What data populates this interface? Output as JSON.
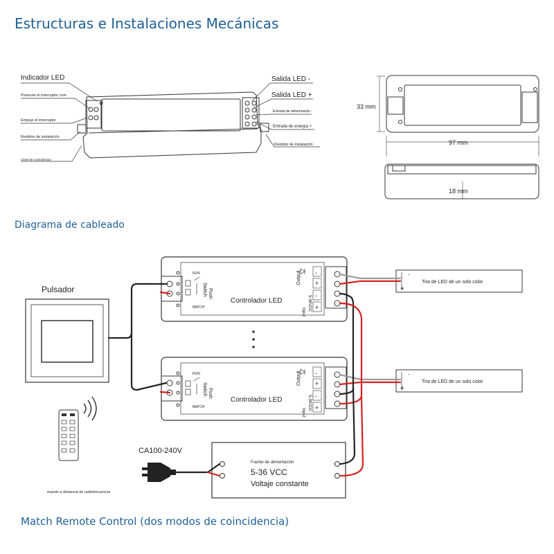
{
  "titles": {
    "main": "Estructuras e Instalaciones Mecánicas",
    "wiring": "Diagrama de cableado",
    "match": "Match Remote Control (dos modos de coincidencia)"
  },
  "colors": {
    "heading": "#1f5f96",
    "line": "#333333",
    "wire_black": "#222222",
    "wire_red": "#d42020",
    "wire_grey": "#9a9a9a"
  },
  "structure": {
    "labels_left": [
      "Indicador LED",
      "Presione el interruptor com",
      "Empuje el interruptor",
      "Restidor de instalación",
      "Clave de coincidencia"
    ],
    "labels_right": [
      "Salida LED -",
      "Salida LED +",
      "Entrada de alimentación -",
      "Entrada de energía +",
      "Restidor de instalación"
    ],
    "dims": {
      "height": "33 mm",
      "length": "97 mm",
      "depth": "18 mm"
    }
  },
  "wiring": {
    "switch_label": "Pulsador",
    "controllers": [
      {
        "title": "Controlador LED",
        "run": "RUN",
        "match": "MATCH",
        "push": "Push",
        "switch": "Switch",
        "output": "Output",
        "input": "Input",
        "input_v": "5-36VDC"
      },
      {
        "title": "Controlador LED",
        "run": "RUN",
        "match": "MATCH",
        "push": "Push",
        "switch": "Switch",
        "output": "Output",
        "input": "Input",
        "input_v": "5-36VDC"
      }
    ],
    "terminal_signs": [
      "-",
      "+",
      "-",
      "+"
    ],
    "strips": [
      {
        "label": "Tira de LED de un solo color"
      },
      {
        "label": "Tira de LED de un solo color"
      }
    ],
    "strip_signs": [
      "-",
      "+"
    ],
    "mains": "CA100-240V",
    "psu": {
      "label": "Fuente de alimentación",
      "voltage": "5-36 VCC",
      "mode": "Voltaje constante"
    },
    "remote_label": "mando a distancia de radiofrecuencia"
  }
}
